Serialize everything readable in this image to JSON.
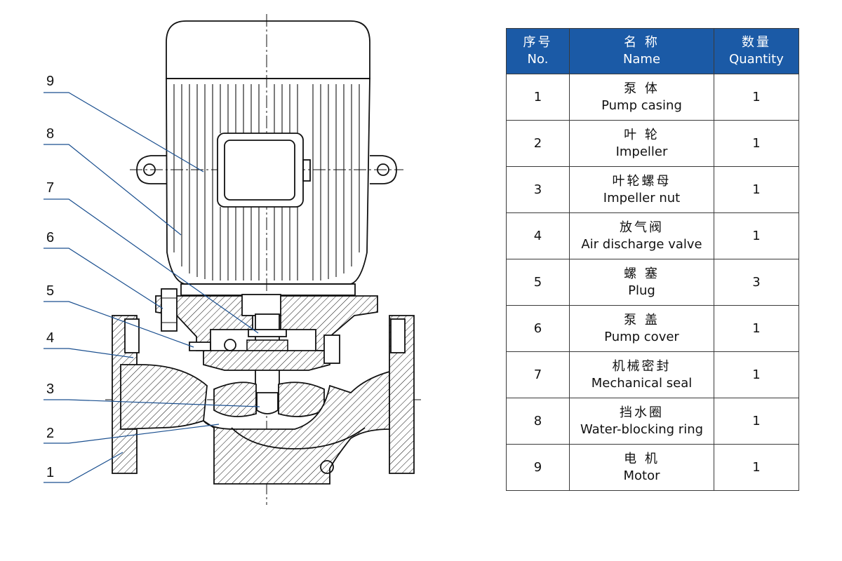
{
  "callouts": [
    "1",
    "2",
    "3",
    "4",
    "5",
    "6",
    "7",
    "8",
    "9"
  ],
  "table": {
    "headers": [
      {
        "cn": "序号",
        "en": "No."
      },
      {
        "cn": "名 称",
        "en": "Name"
      },
      {
        "cn": "数量",
        "en": "Quantity"
      }
    ],
    "rows": [
      {
        "no": "1",
        "cn": "泵 体",
        "en": "Pump casing",
        "qty": "1"
      },
      {
        "no": "2",
        "cn": "叶 轮",
        "en": "Impeller",
        "qty": "1"
      },
      {
        "no": "3",
        "cn": "叶轮螺母",
        "en": "Impeller nut",
        "qty": "1"
      },
      {
        "no": "4",
        "cn": "放气阀",
        "en": "Air discharge valve",
        "qty": "1"
      },
      {
        "no": "5",
        "cn": "螺 塞",
        "en": "Plug",
        "qty": "3"
      },
      {
        "no": "6",
        "cn": "泵 盖",
        "en": "Pump cover",
        "qty": "1"
      },
      {
        "no": "7",
        "cn": "机械密封",
        "en": "Mechanical seal",
        "qty": "1"
      },
      {
        "no": "8",
        "cn": "挡水圈",
        "en": "Water-blocking ring",
        "qty": "1"
      },
      {
        "no": "9",
        "cn": "电 机",
        "en": "Motor",
        "qty": "1"
      }
    ]
  },
  "colors": {
    "header_bg": "#1b5aa6",
    "leader": "#1a4f8f"
  }
}
